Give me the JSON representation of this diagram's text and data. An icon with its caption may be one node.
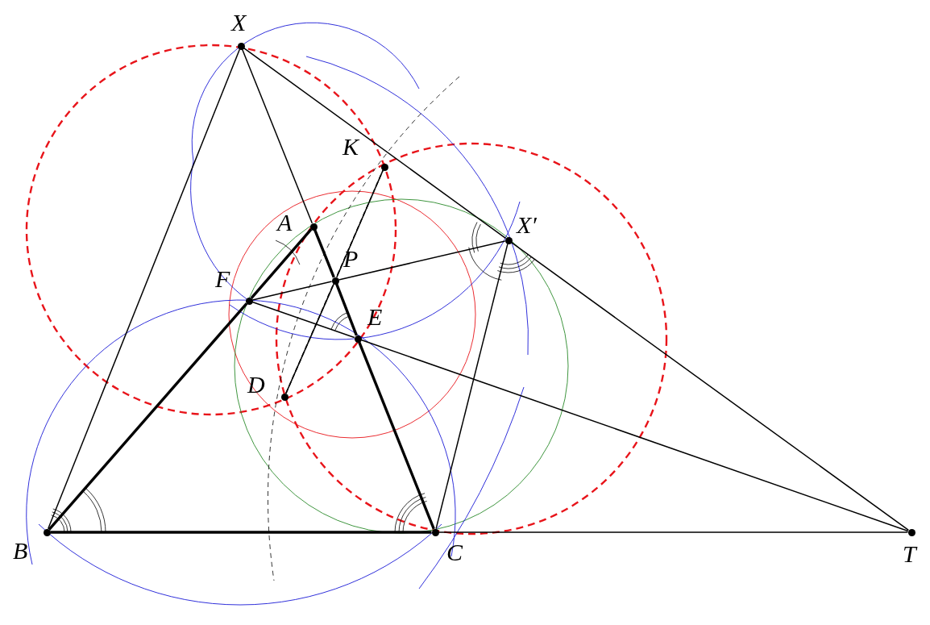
{
  "diagram": {
    "nodes": [
      {
        "text": [
          "X"
        ]
      },
      {
        "text": [
          "K"
        ]
      },
      {
        "text": [
          "A"
        ]
      },
      {
        "text": [
          "X′"
        ]
      },
      {
        "text": [
          "P"
        ]
      },
      {
        "text": [
          "F"
        ]
      },
      {
        "text": [
          "E"
        ]
      },
      {
        "text": [
          "D"
        ]
      },
      {
        "text": [
          "B"
        ]
      },
      {
        "text": [
          "C"
        ]
      },
      {
        "text": [
          "T"
        ]
      }
    ],
    "edges": [
      {
        "from": 0,
        "to": 8,
        "arrow": "none"
      },
      {
        "from": 0,
        "to": 2,
        "arrow": "none"
      },
      {
        "from": 0,
        "to": 3,
        "arrow": "none"
      },
      {
        "from": 3,
        "to": 10,
        "arrow": "none"
      },
      {
        "from": 8,
        "to": 9,
        "arrow": "none",
        "style": "thick"
      },
      {
        "from": 9,
        "to": 10,
        "arrow": "none"
      },
      {
        "from": 8,
        "to": 5,
        "arrow": "none",
        "style": "thick"
      },
      {
        "from": 5,
        "to": 2,
        "arrow": "none",
        "style": "thick"
      },
      {
        "from": 2,
        "to": 4,
        "arrow": "none",
        "style": "thick"
      },
      {
        "from": 4,
        "to": 6,
        "arrow": "none",
        "style": "thick"
      },
      {
        "from": 6,
        "to": 9,
        "arrow": "none",
        "style": "thick"
      },
      {
        "from": 5,
        "to": 4,
        "arrow": "none"
      },
      {
        "from": 4,
        "to": 3,
        "arrow": "none"
      },
      {
        "from": 5,
        "to": 6,
        "arrow": "none"
      },
      {
        "from": 6,
        "to": 10,
        "arrow": "none"
      },
      {
        "from": 7,
        "to": 4,
        "arrow": "none"
      },
      {
        "from": 4,
        "to": 1,
        "arrow": "none"
      },
      {
        "from": 9,
        "to": 3,
        "arrow": "none"
      },
      {
        "from": 7,
        "to": 1,
        "arrow": "none",
        "style": "dashed"
      }
    ]
  }
}
